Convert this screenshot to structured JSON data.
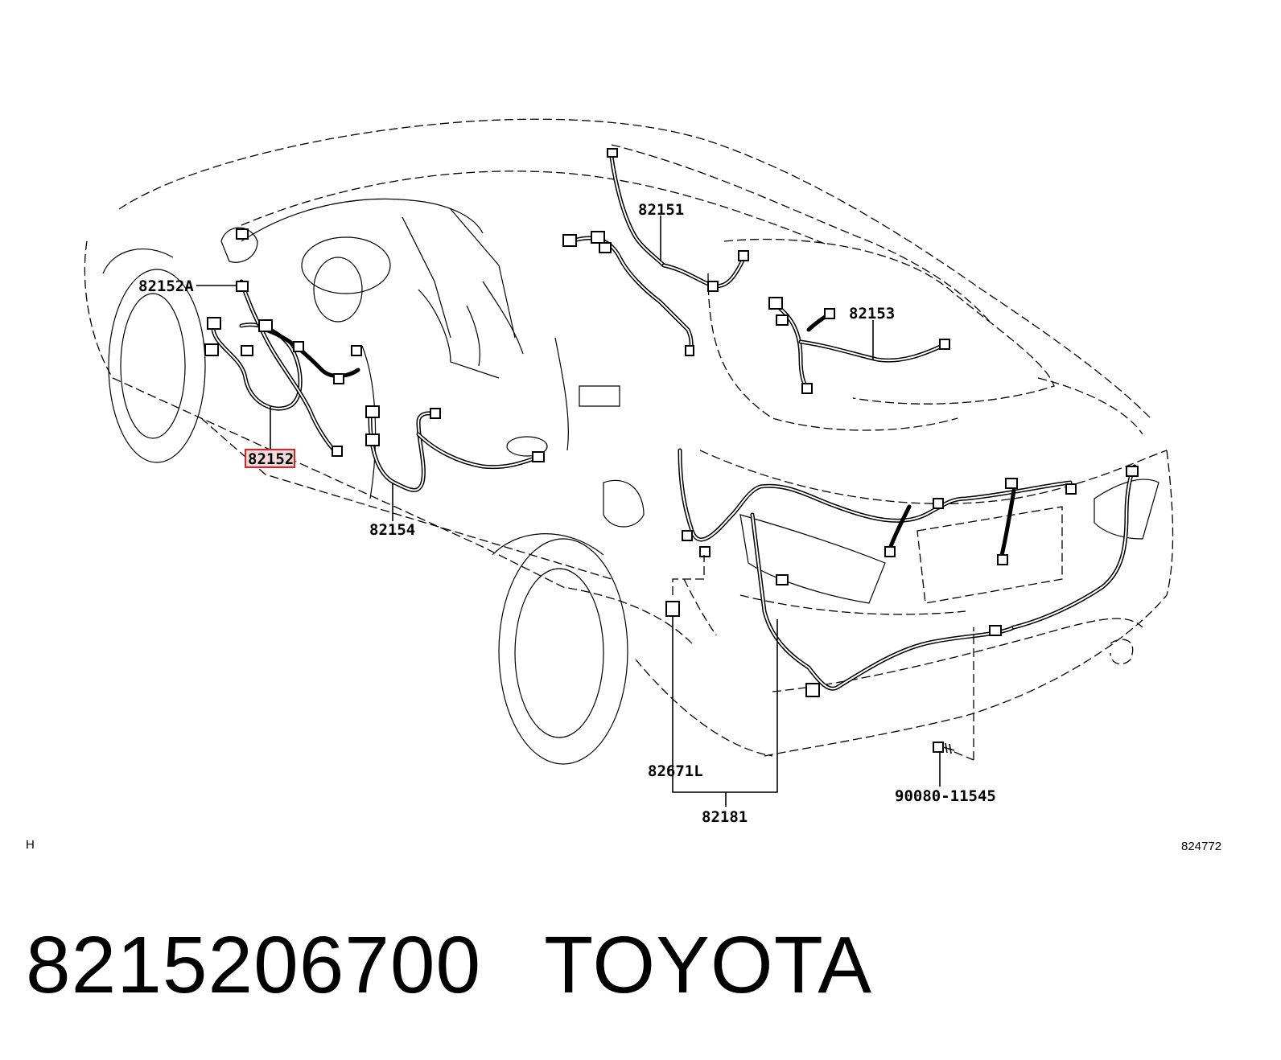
{
  "callouts": {
    "c82151": "82151",
    "c82152A": "82152A",
    "c82153": "82153",
    "c82152": "82152",
    "c82154": "82154",
    "c82671L": "82671L",
    "c82181": "82181",
    "c90080": "90080-11545"
  },
  "highlighted_part": "82152",
  "highlight_color": "#e02020",
  "corner": {
    "left": "H",
    "right": "824772"
  },
  "footer": {
    "part_number": "8215206700",
    "brand": "TOYOTA"
  }
}
